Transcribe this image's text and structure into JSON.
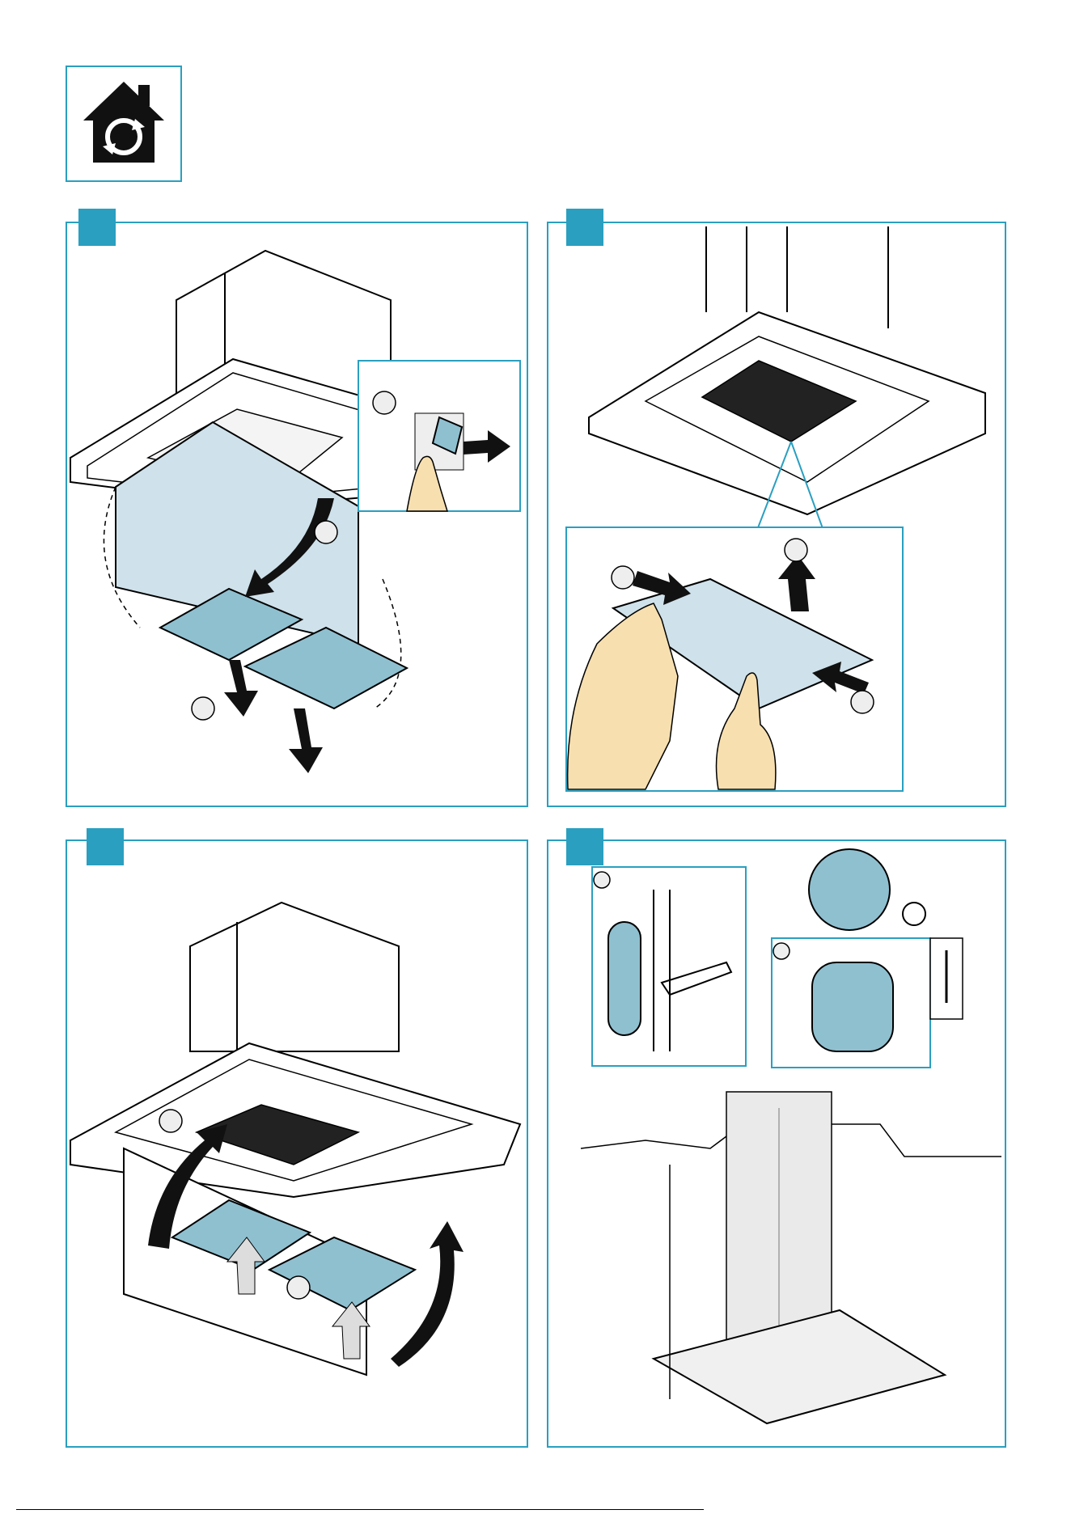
{
  "document": {
    "section_icon": "home-refresh-icon",
    "panels": [
      {
        "id": "panel-1",
        "description_icon": "hood-remove-grease-filters"
      },
      {
        "id": "panel-2",
        "description_icon": "hood-remove-carbon-filter"
      },
      {
        "id": "panel-3",
        "description_icon": "hood-insert-grease-filters"
      },
      {
        "id": "panel-4",
        "description_icon": "chimney-recirculation-kit"
      }
    ],
    "colors": {
      "accent": "#2a9fc0",
      "filter_fill": "#8fc0d0",
      "panel_fill": "#cfe1ea",
      "skin": "#f7dfb0"
    }
  }
}
